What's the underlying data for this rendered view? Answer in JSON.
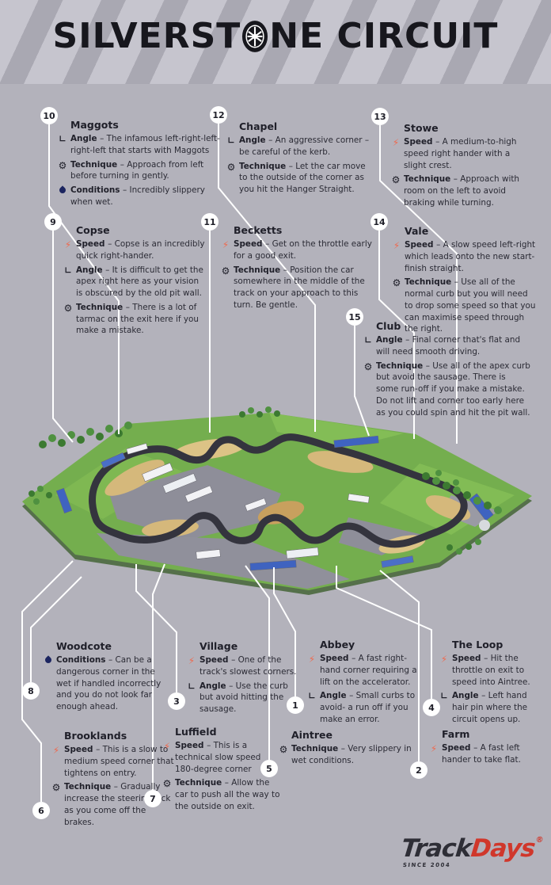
{
  "header": {
    "title_left": "SILVERST",
    "title_right": "NE CIRCUIT"
  },
  "colors": {
    "speed_icon": "#ee6a50",
    "conditions_icon": "#1c2560",
    "brand_red": "#d0372b",
    "line_white": "#ffffff"
  },
  "corners": [
    {
      "number": "10",
      "name": "Maggots",
      "facts": [
        {
          "icon": "angle",
          "label": "Angle",
          "text": "– The infamous left-right-left-right-left that starts with Maggots"
        },
        {
          "icon": "technique",
          "label": "Technique",
          "text": "– Approach from left before turning in gently."
        },
        {
          "icon": "conditions",
          "label": "Conditions",
          "text": "– Incredibly slippery when wet."
        }
      ]
    },
    {
      "number": "12",
      "name": "Chapel",
      "facts": [
        {
          "icon": "angle",
          "label": "Angle",
          "text": "– An aggressive corner – be careful of the kerb."
        },
        {
          "icon": "technique",
          "label": "Technique",
          "text": "– Let the car move to the outside of the corner as you hit the Hanger Straight."
        }
      ]
    },
    {
      "number": "13",
      "name": "Stowe",
      "facts": [
        {
          "icon": "speed",
          "label": "Speed",
          "text": "– A medium-to-high speed right hander with a slight crest."
        },
        {
          "icon": "technique",
          "label": "Technique",
          "text": "– Approach with room on the left to avoid braking while turning."
        }
      ]
    },
    {
      "number": "9",
      "name": "Copse",
      "facts": [
        {
          "icon": "speed",
          "label": "Speed",
          "text": "– Copse is an incredibly quick right-hander."
        },
        {
          "icon": "angle",
          "label": "Angle",
          "text": "– It is difficult to get the apex right here as your vision is obscured by the old pit wall."
        },
        {
          "icon": "technique",
          "label": "Technique",
          "text": "– There is a lot of tarmac on the exit here if you make a mistake."
        }
      ]
    },
    {
      "number": "11",
      "name": "Becketts",
      "facts": [
        {
          "icon": "speed",
          "label": "Speed",
          "text": "– Get on the throttle early for a good exit."
        },
        {
          "icon": "technique",
          "label": "Technique",
          "text": "– Position the car somewhere in the middle of the track on your approach to this turn. Be gentle."
        }
      ]
    },
    {
      "number": "14",
      "name": "Vale",
      "facts": [
        {
          "icon": "speed",
          "label": "Speed",
          "text": "– A slow speed left-right which leads onto the new start-finish straight."
        },
        {
          "icon": "technique",
          "label": "Technique",
          "text": "– Use all of the normal curb but you will need to drop some speed so that you can maximise speed through the right."
        }
      ]
    },
    {
      "number": "15",
      "name": "Club",
      "facts": [
        {
          "icon": "angle",
          "label": "Angle",
          "text": "– Final corner that's flat and will need smooth driving."
        },
        {
          "icon": "technique",
          "label": "Technique",
          "text": "– Use all of the apex curb but avoid the sausage. There is some run-off if you make a mistake. Do not lift and corner too early here as you could spin and hit the pit wall."
        }
      ]
    },
    {
      "number": "8",
      "name": "Woodcote",
      "facts": [
        {
          "icon": "conditions",
          "label": "Conditions",
          "text": "– Can be a dangerous corner in the wet if handled incorrectly and you do not look far enough ahead."
        }
      ]
    },
    {
      "number": "3",
      "name": "Village",
      "facts": [
        {
          "icon": "speed",
          "label": "Speed",
          "text": "– One of the track's slowest corners."
        },
        {
          "icon": "angle",
          "label": "Angle",
          "text": "– Use the curb but avoid hitting the sausage."
        }
      ]
    },
    {
      "number": "1",
      "name": "Abbey",
      "facts": [
        {
          "icon": "speed",
          "label": "Speed",
          "text": "– A fast right-hand corner requiring a lift on the accelerator."
        },
        {
          "icon": "angle",
          "label": "Angle",
          "text": "– Small curbs to avoid- a run off if you make an error."
        }
      ]
    },
    {
      "number": "4",
      "name": "The Loop",
      "facts": [
        {
          "icon": "speed",
          "label": "Speed",
          "text": "– Hit the throttle on exit to speed into Aintree."
        },
        {
          "icon": "angle",
          "label": "Angle",
          "text": "– Left hand hair pin where the circuit opens up."
        }
      ]
    },
    {
      "number": "6",
      "name": "Brooklands",
      "facts": [
        {
          "icon": "speed",
          "label": "Speed",
          "text": "– This is a slow to medium speed corner that tightens on entry."
        },
        {
          "icon": "technique",
          "label": "Technique",
          "text": "– Gradually increase the steering lock as you come off the brakes."
        }
      ]
    },
    {
      "number": "7",
      "name": "Luffield",
      "facts": [
        {
          "icon": "speed",
          "label": "Speed",
          "text": "– This is a technical slow speed 180-degree corner"
        },
        {
          "icon": "technique",
          "label": "Technique",
          "text": "– Allow the car to push all the way to the outside on exit."
        }
      ]
    },
    {
      "number": "5",
      "name": "Aintree",
      "facts": [
        {
          "icon": "technique",
          "label": "Technique",
          "text": "– Very slippery in wet conditions."
        }
      ]
    },
    {
      "number": "2",
      "name": "Farm",
      "facts": [
        {
          "icon": "speed",
          "label": "Speed",
          "text": "– A fast left hander to take flat."
        }
      ]
    }
  ],
  "logo": {
    "track": "Track",
    "days": "Days",
    "registered": "®",
    "since": "SINCE 2004"
  }
}
